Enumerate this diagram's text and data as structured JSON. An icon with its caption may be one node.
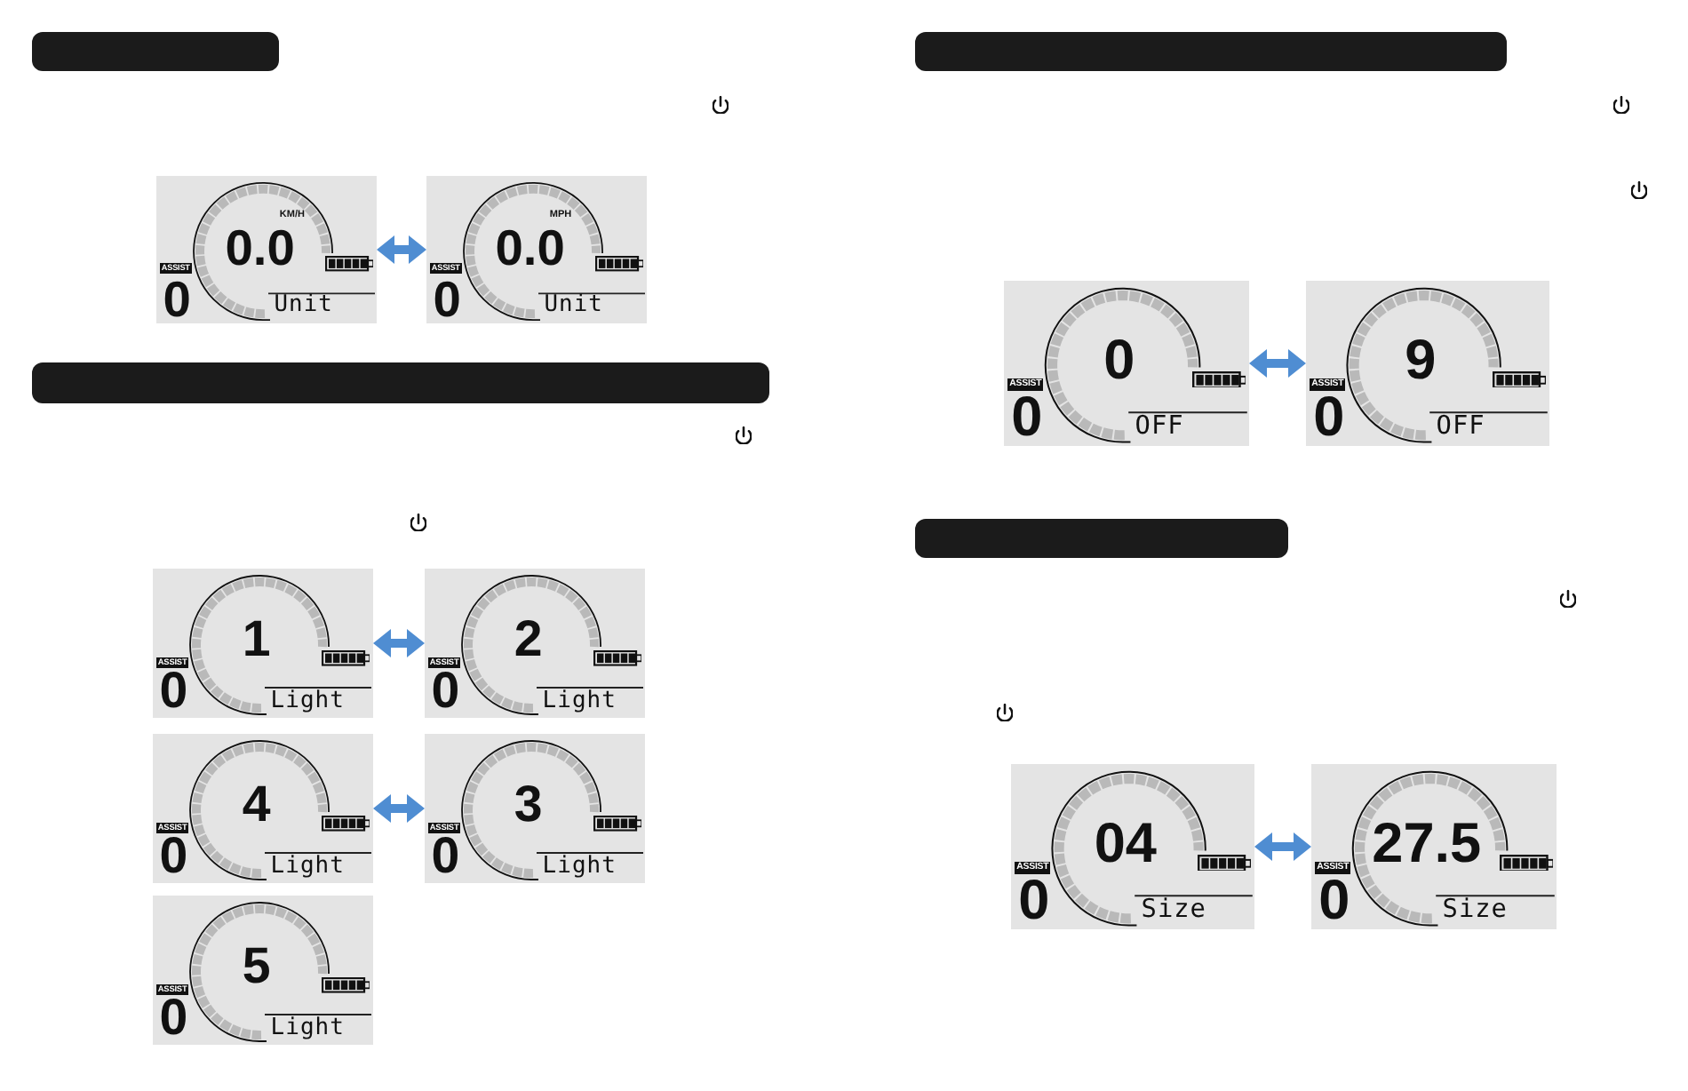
{
  "diagram": {
    "nodes": [
      {
        "text": [
          "0.0",
          "KM/H",
          "ASSIST",
          "0",
          "Unit"
        ]
      },
      {
        "text": [
          "0.0",
          "MPH",
          "ASSIST",
          "0",
          "Unit"
        ]
      },
      {
        "text": [
          "1",
          "ASSIST",
          "0",
          "Light"
        ]
      },
      {
        "text": [
          "2",
          "ASSIST",
          "0",
          "Light"
        ]
      },
      {
        "text": [
          "4",
          "ASSIST",
          "0",
          "Light"
        ]
      },
      {
        "text": [
          "3",
          "ASSIST",
          "0",
          "Light"
        ]
      },
      {
        "text": [
          "5",
          "ASSIST",
          "0",
          "Light"
        ]
      },
      {
        "text": [
          "0",
          "ASSIST",
          "0",
          "OFF"
        ]
      },
      {
        "text": [
          "9",
          "ASSIST",
          "0",
          "OFF"
        ]
      },
      {
        "text": [
          "04",
          "ASSIST",
          "0",
          "Size"
        ]
      },
      {
        "text": [
          "27.5",
          "ASSIST",
          "0",
          "Size"
        ]
      }
    ],
    "edges": [
      {
        "from": 0,
        "to": 1,
        "arrow": "both"
      },
      {
        "from": 2,
        "to": 3,
        "arrow": "both"
      },
      {
        "from": 4,
        "to": 5,
        "arrow": "both"
      },
      {
        "from": 7,
        "to": 8,
        "arrow": "both"
      },
      {
        "from": 9,
        "to": 10,
        "arrow": "both"
      }
    ]
  }
}
